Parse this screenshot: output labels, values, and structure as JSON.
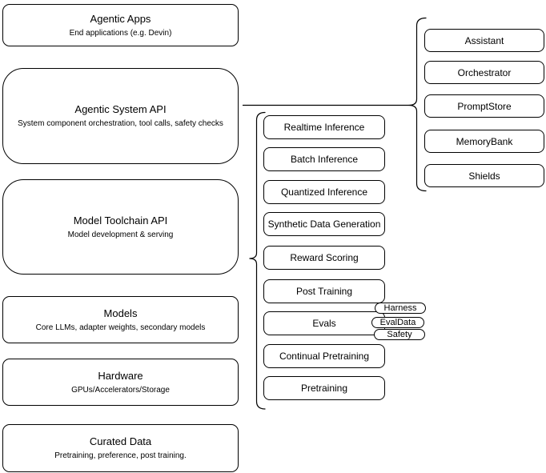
{
  "diagram": {
    "title": "Agentic stack architecture diagram",
    "colors": {
      "stroke": "#000000",
      "fill": "#ffffff",
      "text": "#000000",
      "background": "#ffffff"
    },
    "left_column": {
      "boxes": [
        {
          "title": "Agentic Apps",
          "subtitle": "End applications (e.g. Devin)"
        },
        {
          "title": "Agentic System API",
          "subtitle": "System component orchestration, tool calls, safety checks"
        },
        {
          "title": "Model Toolchain API",
          "subtitle": "Model development & serving"
        },
        {
          "title": "Models",
          "subtitle": "Core LLMs, adapter weights, secondary models"
        },
        {
          "title": "Hardware",
          "subtitle": "GPUs/Accelerators/Storage"
        },
        {
          "title": "Curated Data",
          "subtitle": "Pretraining, preference, post training."
        }
      ]
    },
    "toolchain_column": {
      "boxes": [
        {
          "label": "Realtime Inference"
        },
        {
          "label": "Batch Inference"
        },
        {
          "label": "Quantized Inference"
        },
        {
          "label": "Synthetic Data Generation"
        },
        {
          "label": "Reward Scoring"
        },
        {
          "label": "Post Training"
        },
        {
          "label": "Evals"
        },
        {
          "label": "Continual Pretraining"
        },
        {
          "label": "Pretraining"
        }
      ],
      "eval_tags": [
        {
          "label": "Harness"
        },
        {
          "label": "EvalData"
        },
        {
          "label": "Safety"
        }
      ]
    },
    "agentic_column": {
      "boxes": [
        {
          "label": "Assistant"
        },
        {
          "label": "Orchestrator"
        },
        {
          "label": "PromptStore"
        },
        {
          "label": "MemoryBank"
        },
        {
          "label": "Shields"
        }
      ]
    }
  }
}
